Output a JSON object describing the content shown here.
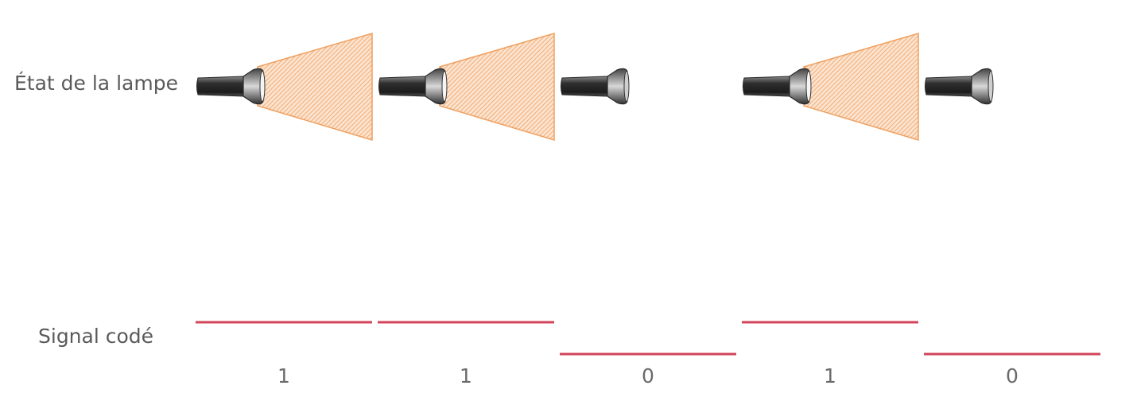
{
  "labels": {
    "lamp_state": "État de la lampe",
    "coded_signal": "Signal codé"
  },
  "bits": [
    "1",
    "1",
    "0",
    "1",
    "0"
  ],
  "colors": {
    "beam": "#f0a060",
    "signal": "#d2455a",
    "lamp_body": "#3a3a3a"
  },
  "icons": {
    "lamp_on": "flashlight-on-icon",
    "lamp_off": "flashlight-off-icon"
  }
}
